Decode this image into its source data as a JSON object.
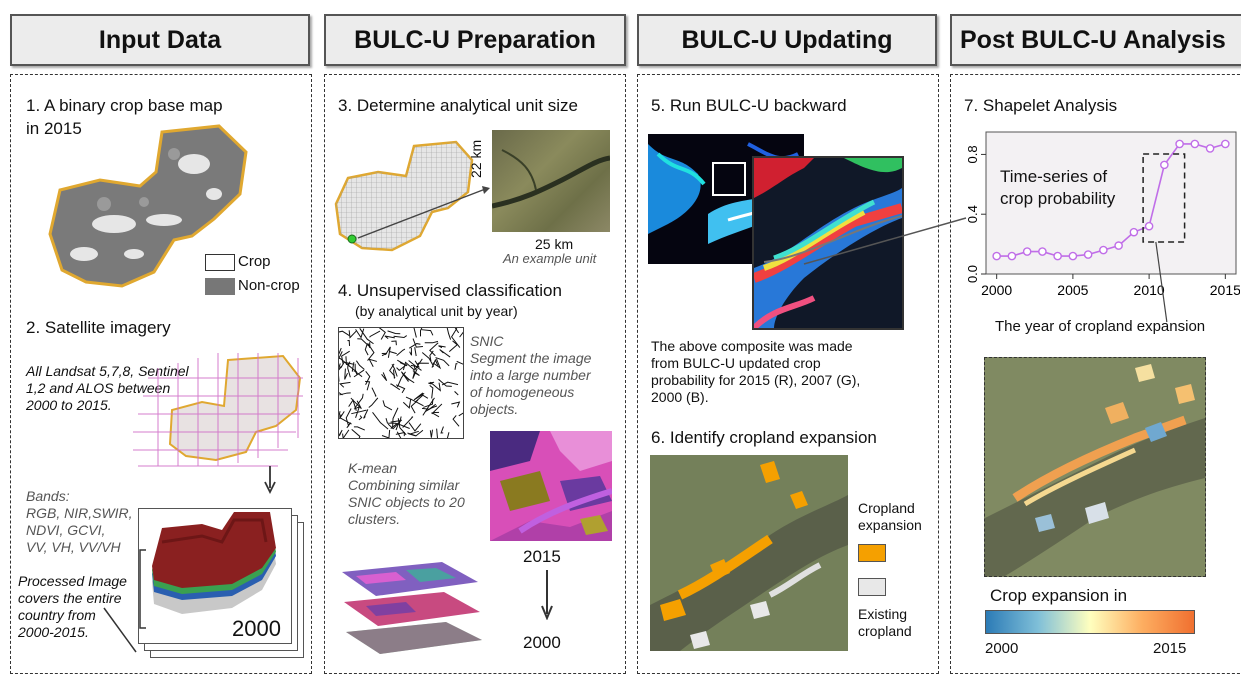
{
  "headers": {
    "input": "Input Data",
    "prep": "BULC-U Preparation",
    "update": "BULC-U Updating",
    "post": "Post BULC-U Analysis"
  },
  "col1": {
    "step1_line1": "1. A binary crop base map",
    "step1_line2": "in 2015",
    "legend_crop": "Crop",
    "legend_noncrop": "Non-crop",
    "step2": "2. Satellite imagery",
    "landsat_l1": "All Landsat 5,7,8, Sentinel",
    "landsat_l2": "1,2 and  ALOS between",
    "landsat_l3": "2000 to 2015.",
    "bands_l1": "Bands:",
    "bands_l2": "RGB, NIR,SWIR,",
    "bands_l3": "NDVI, GCVI,",
    "bands_l4": "VV, VH, VV/VH",
    "proc_l1": "Processed Image",
    "proc_l2": "covers the entire",
    "proc_l3": "country from",
    "proc_l4": "2000-2015.",
    "stack_year": "2000"
  },
  "col2": {
    "step3": "3. Determine analytical unit size",
    "km22": "22 km",
    "km25": "25 km",
    "example": "An example unit",
    "step4_l1": "4. Unsupervised classification",
    "step4_l2": "(by analytical unit by year)",
    "snic_l1": "SNIC",
    "snic_l2": "Segment the image",
    "snic_l3": "into a large number",
    "snic_l4": "of homogeneous",
    "snic_l5": "objects.",
    "kmean_l1": "K-mean",
    "kmean_l2": "Combining similar",
    "kmean_l3": "SNIC objects to 20",
    "kmean_l4": "clusters.",
    "year_top": "2015",
    "year_bottom": "2000"
  },
  "col3": {
    "step5": "5. Run BULC-U backward",
    "comp_l1": "The above composite was made",
    "comp_l2": "from BULC-U updated crop",
    "comp_l3": "probability for 2015 (R), 2007 (G),",
    "comp_l4": "2000 (B).",
    "step6": "6. Identify cropland expansion",
    "leg_exp_l1": "Cropland",
    "leg_exp_l2": "expansion",
    "leg_exist_l1": "Existing",
    "leg_exist_l2": "cropland",
    "color_expansion": "#f5a000",
    "color_existing": "#e8e8e8"
  },
  "col4": {
    "step7": "7. Shapelet Analysis",
    "annot_l1": "Time-series of",
    "annot_l2": "crop probability",
    "xlabel": "The year of cropland expansion",
    "cbar_title": "Crop expansion in",
    "cbar_min": "2000",
    "cbar_max": "2015"
  },
  "chart_data": {
    "type": "line",
    "x": [
      2000,
      2001,
      2002,
      2003,
      2004,
      2005,
      2006,
      2007,
      2008,
      2009,
      2010,
      2011,
      2012,
      2013,
      2014,
      2015
    ],
    "y": [
      0.12,
      0.12,
      0.15,
      0.15,
      0.12,
      0.12,
      0.13,
      0.16,
      0.19,
      0.28,
      0.32,
      0.73,
      0.87,
      0.87,
      0.84,
      0.87
    ],
    "xlim": [
      1999.3,
      2015.7
    ],
    "ylim": [
      0,
      0.95
    ],
    "xticks": [
      "2000",
      "2005",
      "2010",
      "2015"
    ],
    "yticks": [
      "0.0",
      "0.4",
      "0.8"
    ],
    "xlabel": "The year of cropland expansion",
    "color": "#c06ee8",
    "highlight_range": [
      2010,
      2012
    ]
  }
}
